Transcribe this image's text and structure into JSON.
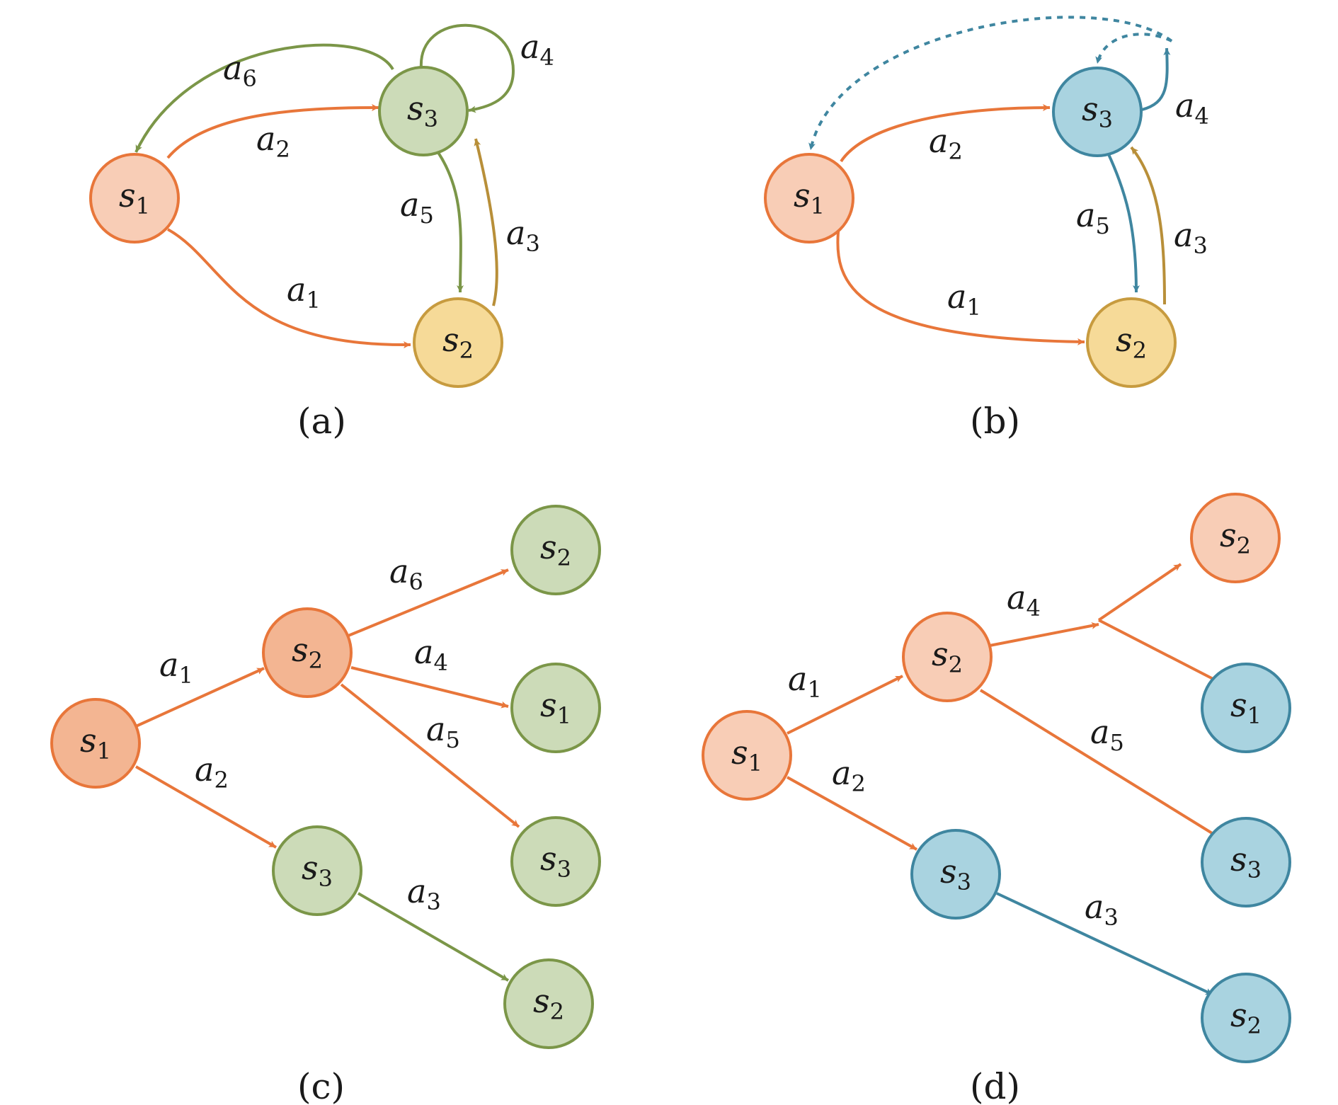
{
  "panels": {
    "a": {
      "caption": "(a)",
      "nodes": [
        {
          "base": "s",
          "sub": "1"
        },
        {
          "base": "s",
          "sub": "3"
        },
        {
          "base": "s",
          "sub": "2"
        }
      ],
      "edges": [
        {
          "base": "a",
          "sub": "6"
        },
        {
          "base": "a",
          "sub": "2"
        },
        {
          "base": "a",
          "sub": "4"
        },
        {
          "base": "a",
          "sub": "5"
        },
        {
          "base": "a",
          "sub": "3"
        },
        {
          "base": "a",
          "sub": "1"
        }
      ]
    },
    "b": {
      "caption": "(b)",
      "nodes": [
        {
          "base": "s",
          "sub": "1"
        },
        {
          "base": "s",
          "sub": "3"
        },
        {
          "base": "s",
          "sub": "2"
        }
      ],
      "edges": [
        {
          "base": "a",
          "sub": "2"
        },
        {
          "base": "a",
          "sub": "4"
        },
        {
          "base": "a",
          "sub": "5"
        },
        {
          "base": "a",
          "sub": "3"
        },
        {
          "base": "a",
          "sub": "1"
        }
      ]
    },
    "c": {
      "caption": "(c)",
      "nodes": [
        {
          "base": "s",
          "sub": "1"
        },
        {
          "base": "s",
          "sub": "2"
        },
        {
          "base": "s",
          "sub": "3"
        },
        {
          "base": "s",
          "sub": "2"
        },
        {
          "base": "s",
          "sub": "1"
        },
        {
          "base": "s",
          "sub": "3"
        },
        {
          "base": "s",
          "sub": "2"
        }
      ],
      "edges": [
        {
          "base": "a",
          "sub": "1"
        },
        {
          "base": "a",
          "sub": "2"
        },
        {
          "base": "a",
          "sub": "6"
        },
        {
          "base": "a",
          "sub": "4"
        },
        {
          "base": "a",
          "sub": "5"
        },
        {
          "base": "a",
          "sub": "3"
        }
      ]
    },
    "d": {
      "caption": "(d)",
      "nodes": [
        {
          "base": "s",
          "sub": "1"
        },
        {
          "base": "s",
          "sub": "2"
        },
        {
          "base": "s",
          "sub": "3"
        },
        {
          "base": "s",
          "sub": "2"
        },
        {
          "base": "s",
          "sub": "1"
        },
        {
          "base": "s",
          "sub": "3"
        },
        {
          "base": "s",
          "sub": "2"
        }
      ],
      "edges": [
        {
          "base": "a",
          "sub": "1"
        },
        {
          "base": "a",
          "sub": "2"
        },
        {
          "base": "a",
          "sub": "4"
        },
        {
          "base": "a",
          "sub": "5"
        },
        {
          "base": "a",
          "sub": "3"
        }
      ]
    }
  },
  "colors": {
    "orange_stroke": "#E8763A",
    "orange_fill_light": "#F8CDB6",
    "orange_fill_mid": "#F3B592",
    "green_stroke": "#7B9648",
    "green_fill": "#CCDBB8",
    "yellow_stroke": "#C79B3F",
    "yellow_fill": "#F6DA98",
    "blue_stroke": "#3F86A0",
    "blue_fill": "#A9D3E0",
    "gold_edge": "#B88F39"
  }
}
